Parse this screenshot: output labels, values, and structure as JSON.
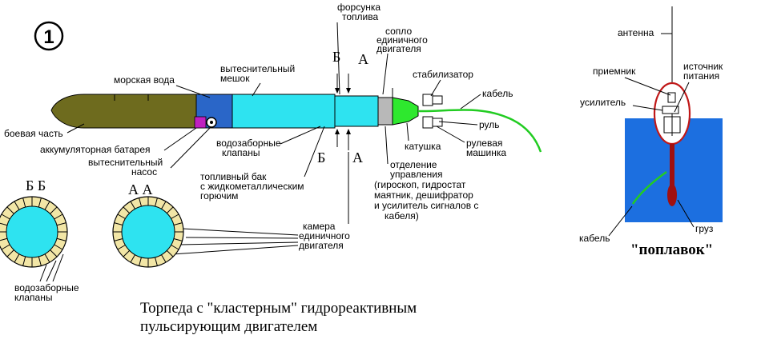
{
  "figure_number": "1",
  "labels": {
    "forsunka": "форсунка",
    "topliva": "топлива",
    "soplo": "сопло",
    "edinichnogo": "единичного",
    "dvigatelya": "двигателя",
    "vytesnitelny": "вытеснительный",
    "meshok": "мешок",
    "morskaya_voda": "морская вода",
    "stabilizator": "стабилизатор",
    "kabel": "кабель",
    "rul": "руль",
    "boevaya_chast": "боевая часть",
    "akkumulyatornaya": "аккумуляторная батарея",
    "vytesnitelny_nasos_1": "вытеснительный",
    "vytesnitelny_nasos_2": "насос",
    "vodozabornye": "водозаборные",
    "klapany": "клапаны",
    "katushka": "катушка",
    "rulevaya": "рулевая",
    "mashinka": "машинка",
    "otdelenie": "отделение",
    "upravleniya": "управления",
    "ctrl_line1": "(гироскоп, гидростат",
    "ctrl_line2": "маятник, дешифратор",
    "ctrl_line3": "и усилитель сигналов с",
    "ctrl_line4": "кабеля)",
    "toplivny_bak_1": "топливный бак",
    "toplivny_bak_2": "с жидкометаллическим",
    "toplivny_bak_3": "горючим",
    "kamera": "камера",
    "kamera_2": "единичного",
    "kamera_3": "двигателя",
    "sec_b": "Б",
    "sec_a": "А",
    "bb": "Б Б",
    "aa": "А А",
    "vodozabornye_bb": "водозаборные",
    "klapany_bb": "клапаны",
    "antenna": "антенна",
    "priemnik": "приемник",
    "istochnik": "источник",
    "pitaniya": "питания",
    "usilitel": "усилитель",
    "kabel_float": "кабель",
    "gruz": "груз",
    "poplavok": "\"поплавок\""
  },
  "caption": {
    "line1": "Торпеда с \"кластерным\" гидрореактивным",
    "line2": "пульсирующим двигателем"
  },
  "colors": {
    "warhead": "#6e6b1e",
    "sea_water": "#2a66c8",
    "fuel": "#2ee3f0",
    "pump": "#c020c0",
    "engine": "#b8b8b8",
    "nozzle": "#2ee82e",
    "cable": "#22cc22",
    "float_water": "#1c6fe0",
    "float_shell": "#c01818",
    "ring": "#f2e6a6"
  }
}
